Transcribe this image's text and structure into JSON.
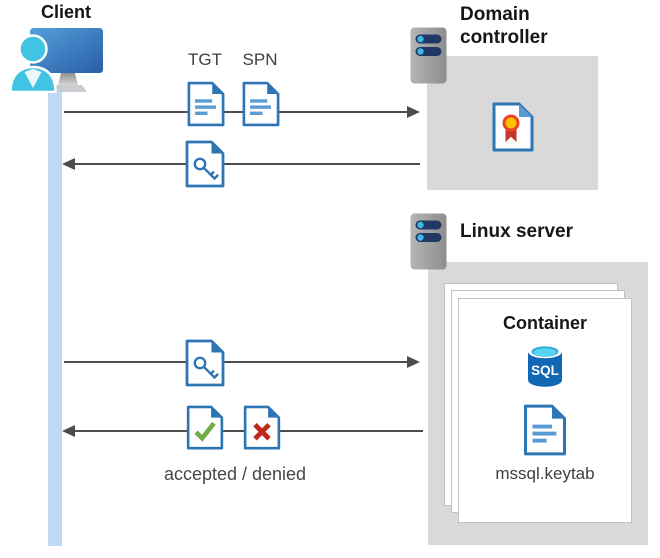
{
  "client": {
    "label": "Client"
  },
  "domain_controller": {
    "title": "Domain controller"
  },
  "linux_server": {
    "title": "Linux server"
  },
  "container": {
    "title": "Container",
    "sql_badge_label": "SQL",
    "keytab_file_label": "mssql.keytab"
  },
  "messages": {
    "tgt_label": "TGT",
    "spn_label": "SPN",
    "result_label": "accepted / denied"
  },
  "icons": {
    "client_icon": "user-at-monitor",
    "server_icon": "server-tower",
    "ticket_doc_icon": "document-lines",
    "key_doc_icon": "document-key",
    "certificate_doc_icon": "document-award-ribbon",
    "accepted_doc_icon": "document-green-check",
    "denied_doc_icon": "document-red-x",
    "sql_db_icon": "sql-database-cylinder"
  },
  "colors": {
    "doc_border": "#2e75b6",
    "doc_lines": "#5b9bd5",
    "accept_green": "#70ad47",
    "deny_red": "#bf281b",
    "ribbon_red": "#c9342a",
    "seal_yellow": "#ffc000",
    "sql_body": "#1267b4",
    "sql_top": "#57d4f2",
    "server_bar_navy": "#203864",
    "server_dot_cyan": "#41b8e4",
    "panel_gray": "#d9d9d9",
    "lifeline_blue": "#bed9f4",
    "arrow_gray": "#4d4d4d",
    "person_cyan": "#41c3e4",
    "monitor_blue": "#3d7fc1"
  }
}
